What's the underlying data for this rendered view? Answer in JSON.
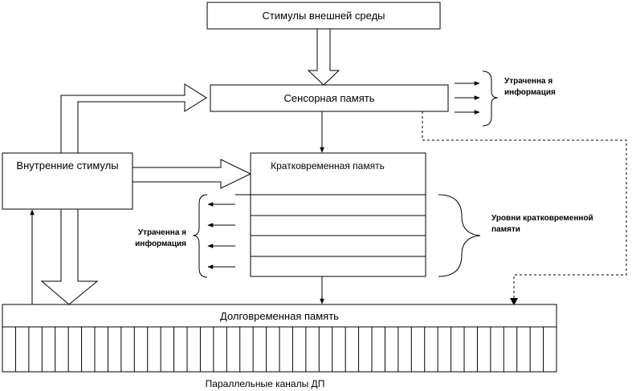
{
  "nodes": {
    "env_stimuli": "Стимулы внешней среды",
    "sensory": "Сенсорная память",
    "internal": "Внутренние стимулы",
    "short_term": "Кратковременная память",
    "long_term": "Долговременная память"
  },
  "labels": {
    "lost_info_top_1": "Утраченна я",
    "lost_info_top_2": "информация",
    "lost_info_left_1": "Утраченна я",
    "lost_info_left_2": "информация",
    "stm_levels_1": "Уровни кратковременной",
    "stm_levels_2": "памяти",
    "parallel_channels": "Параллельные каналы ДП"
  }
}
